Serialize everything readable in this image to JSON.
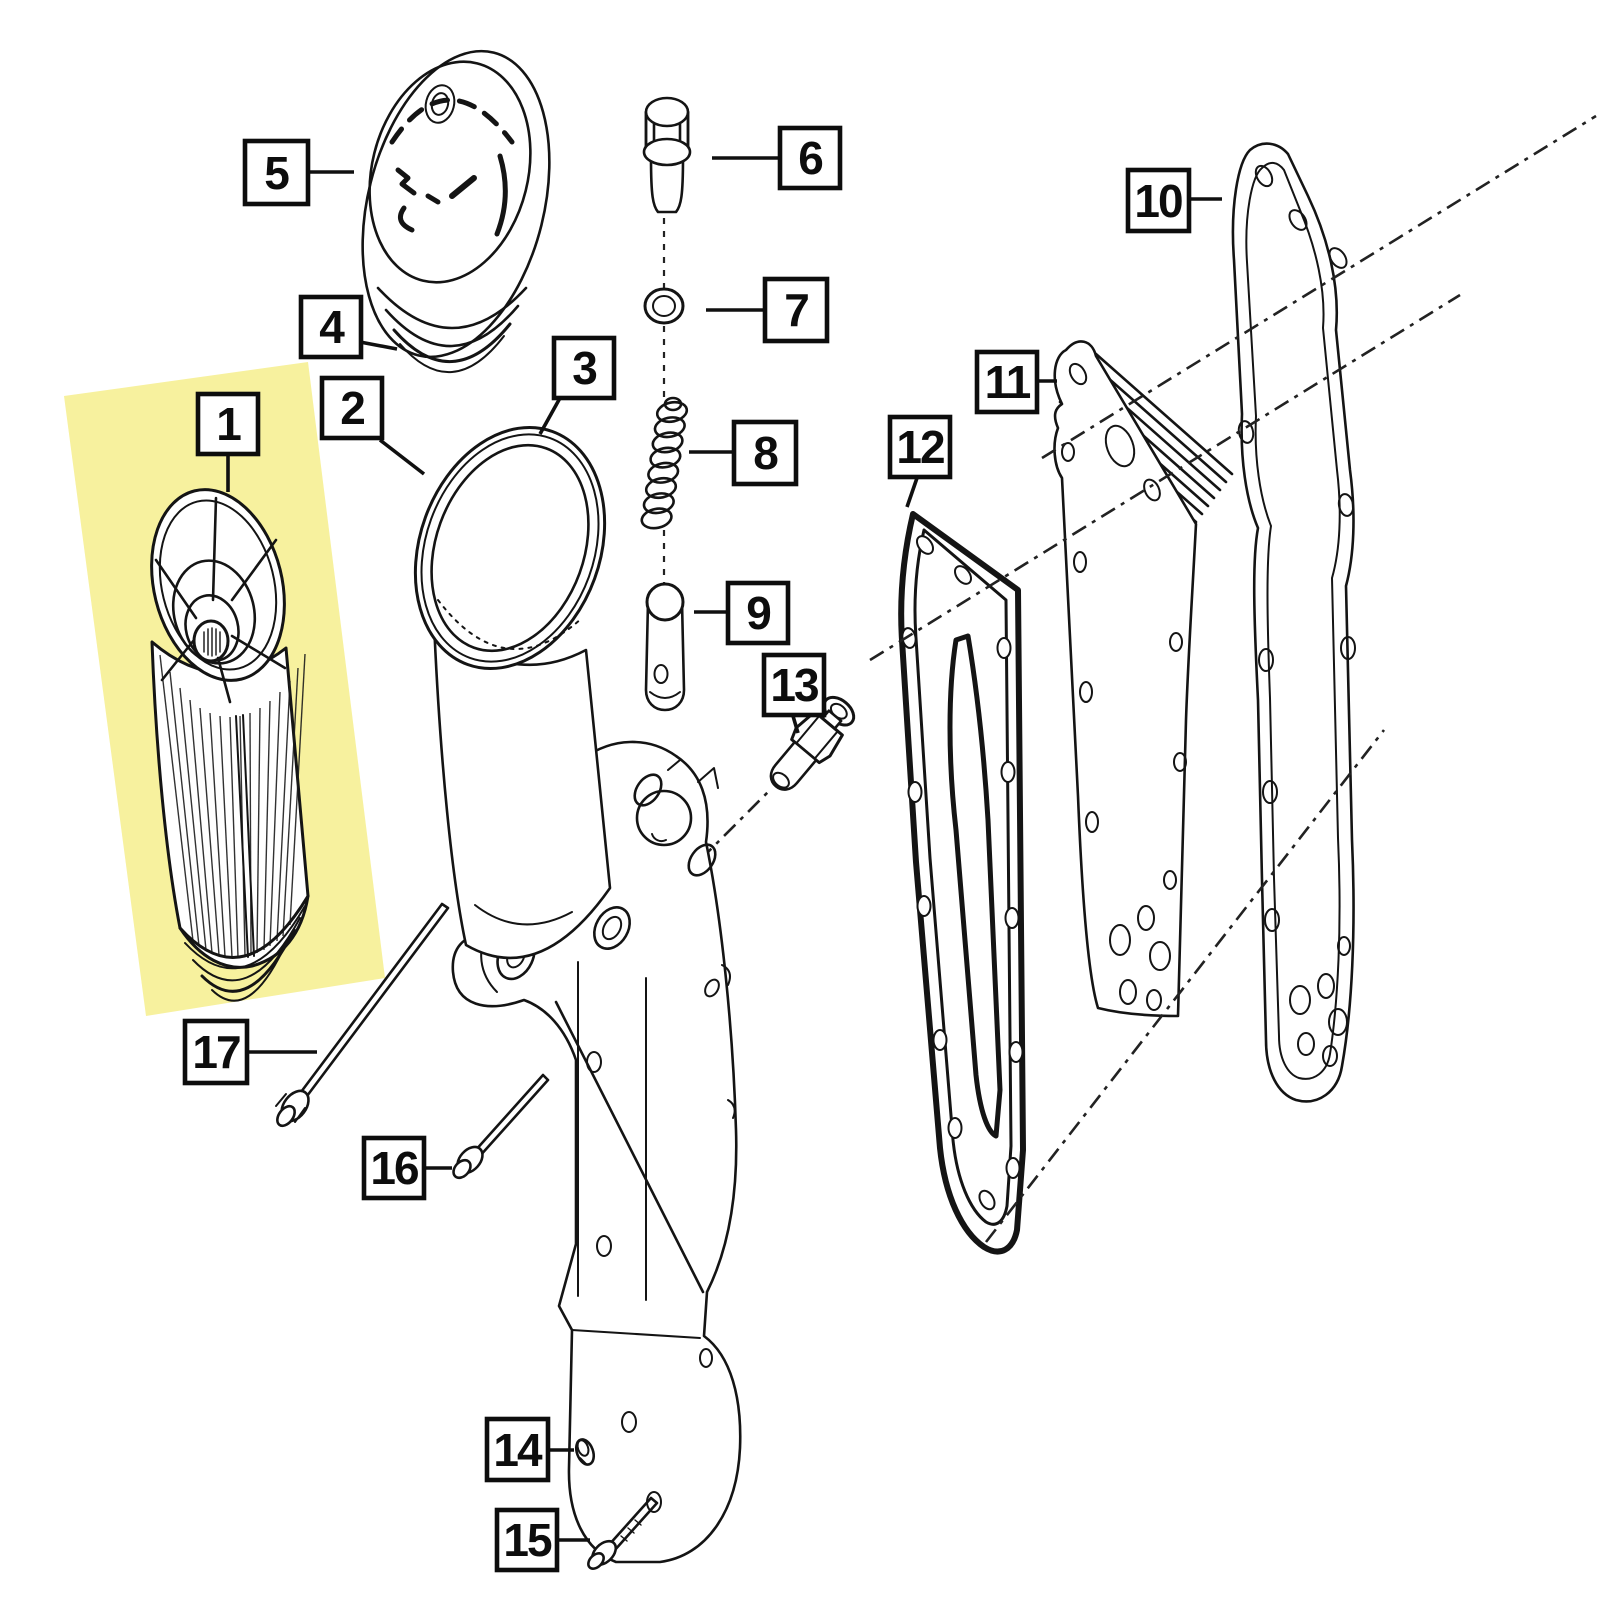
{
  "diagram": {
    "background_color": "#ffffff",
    "line_color": "#141414",
    "highlight_color": "#f7f19e",
    "highlighted_part": "1",
    "callouts": [
      {
        "label": "1"
      },
      {
        "label": "2"
      },
      {
        "label": "3"
      },
      {
        "label": "4"
      },
      {
        "label": "5"
      },
      {
        "label": "6"
      },
      {
        "label": "7"
      },
      {
        "label": "8"
      },
      {
        "label": "9"
      },
      {
        "label": "10"
      },
      {
        "label": "11"
      },
      {
        "label": "12"
      },
      {
        "label": "13"
      },
      {
        "label": "14"
      },
      {
        "label": "15"
      },
      {
        "label": "16"
      },
      {
        "label": "17"
      }
    ]
  }
}
